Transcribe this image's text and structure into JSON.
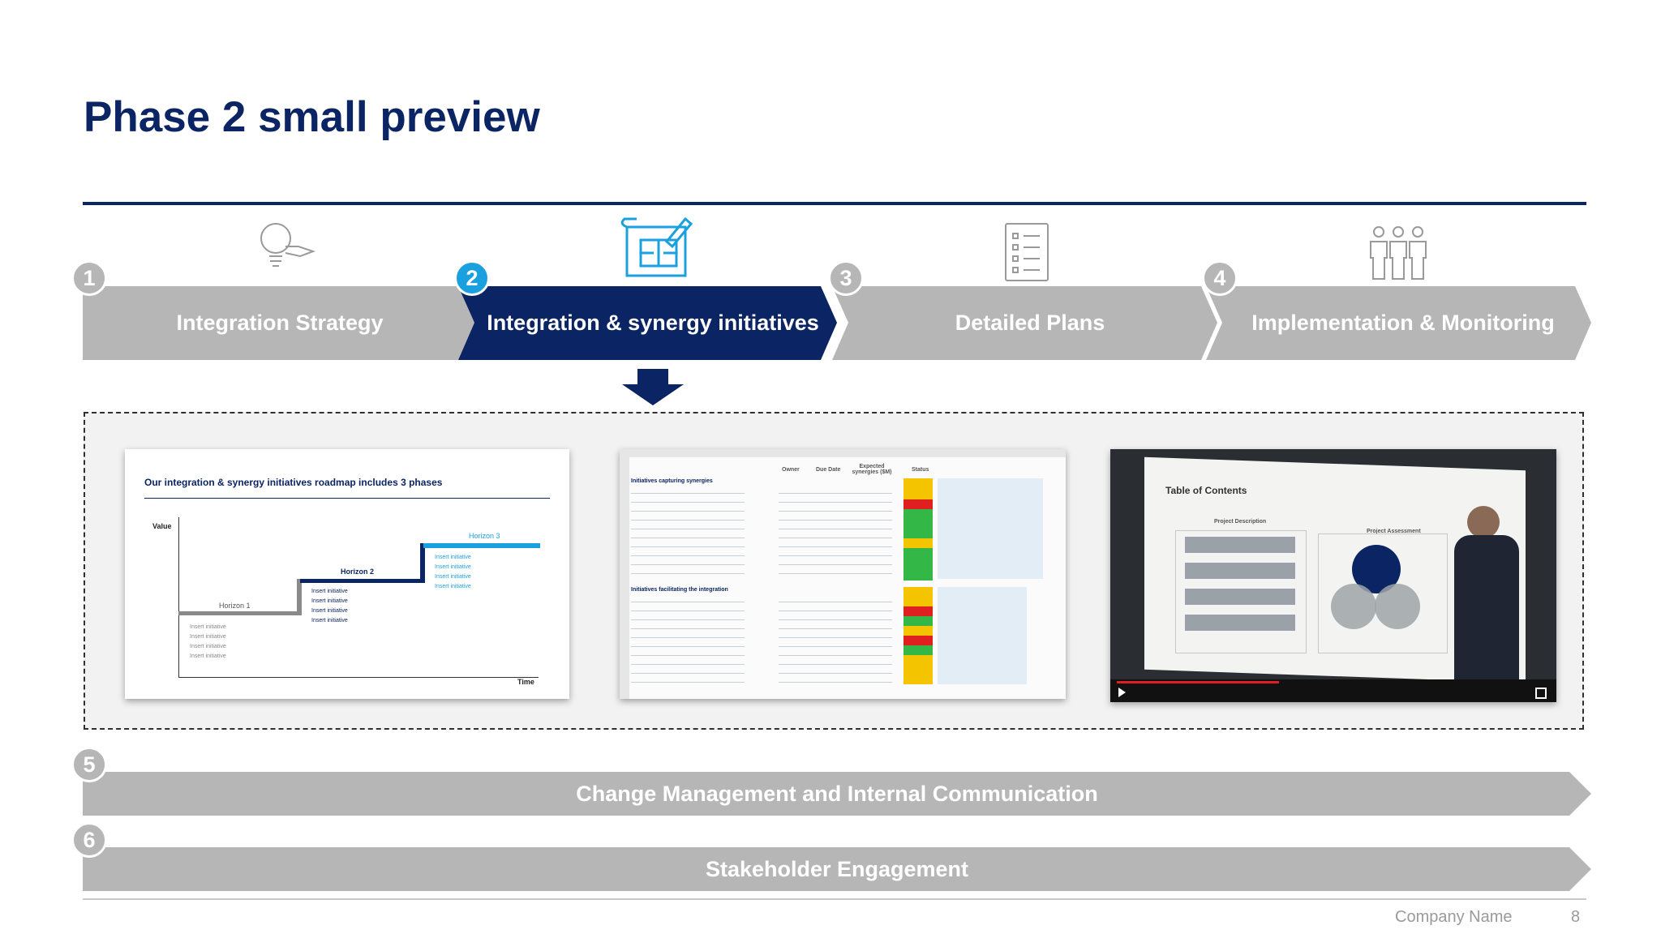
{
  "slide": {
    "title": "Phase 2 small preview",
    "footer_company": "Company Name",
    "page_number": "8"
  },
  "phases": [
    {
      "number": "1",
      "label": "Integration Strategy",
      "icon": "lightbulb-icon",
      "active": false
    },
    {
      "number": "2",
      "label": "Integration & synergy initiatives",
      "icon": "blueprint-icon",
      "active": true
    },
    {
      "number": "3",
      "label": "Detailed Plans",
      "icon": "checklist-icon",
      "active": false
    },
    {
      "number": "4",
      "label": "Implementation & Monitoring",
      "icon": "team-icon",
      "active": false
    }
  ],
  "bands": [
    {
      "number": "5",
      "label": "Change Management and Internal Communication"
    },
    {
      "number": "6",
      "label": "Stakeholder Engagement"
    }
  ],
  "preview": {
    "roadmap": {
      "title": "Our integration & synergy initiatives roadmap includes 3 phases",
      "y_label": "Value",
      "x_label": "Time",
      "horizons": [
        "Horizon 1",
        "Horizon 2",
        "Horizon 3"
      ],
      "item": "Insert initiative"
    },
    "tracker": {
      "headers": [
        "Owner",
        "Due Date",
        "Expected synergies ($M)",
        "Status"
      ],
      "section_1": "Initiatives capturing synergies",
      "section_2": "Initiatives facilitating the integration"
    },
    "video": {
      "title": "Table of Contents",
      "col1": "Project Description",
      "col2": "Project Assessment"
    }
  },
  "colors": {
    "navy": "#0b2463",
    "gray": "#b6b6b6",
    "accent": "#1ba0df"
  }
}
